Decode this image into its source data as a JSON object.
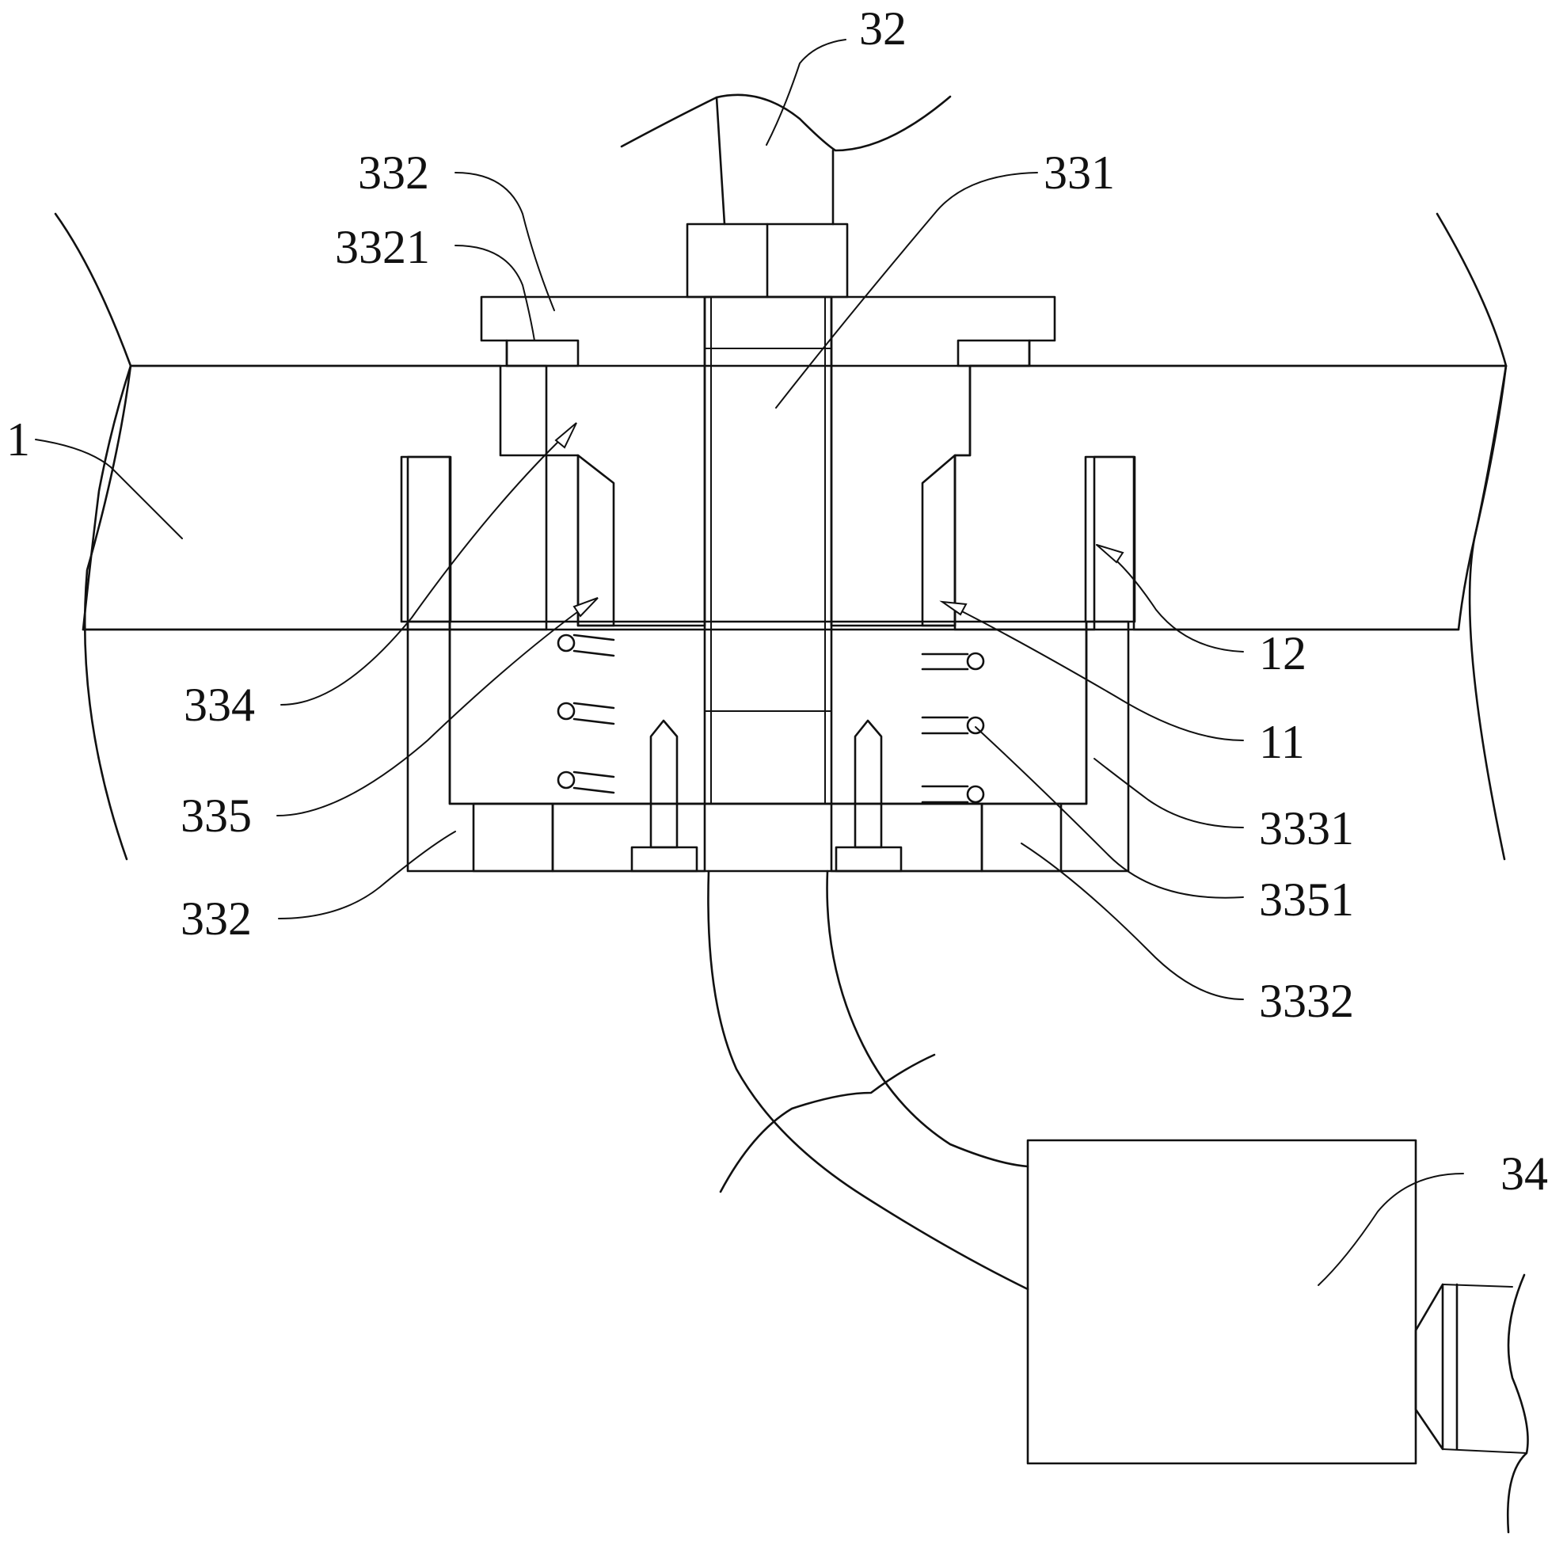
{
  "figure": {
    "labels": {
      "l32": "32",
      "l332_top": "332",
      "l331": "331",
      "l3321": "3321",
      "l1": "1",
      "l334": "334",
      "l335": "335",
      "l332_bottom": "332",
      "l12": "12",
      "l11": "11",
      "l3331": "3331",
      "l3351": "3351",
      "l3332": "3332",
      "l34": "34"
    }
  }
}
